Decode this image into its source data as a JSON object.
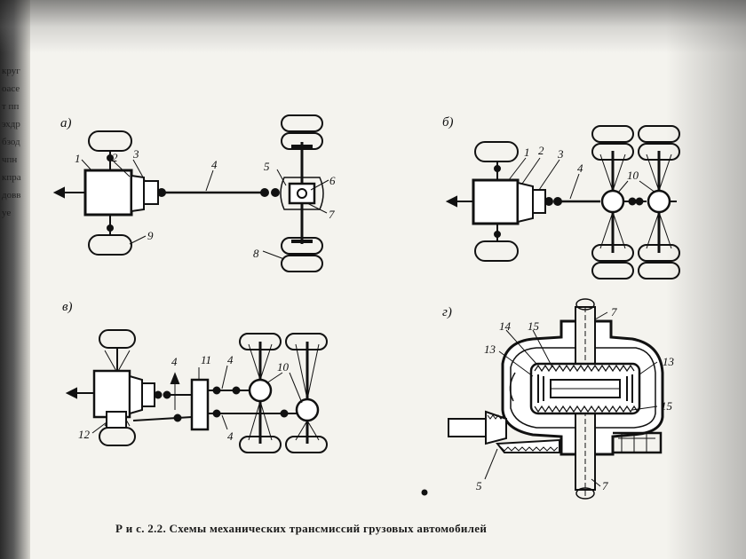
{
  "spine_text": "кругоасе т ппэхдрбзодчпнкпрадоввуе",
  "panels": {
    "a": {
      "label": "а)",
      "parts": [
        "1",
        "2",
        "3",
        "4",
        "5",
        "6",
        "7",
        "8",
        "9"
      ]
    },
    "b": {
      "label": "б)",
      "parts": [
        "1",
        "2",
        "3",
        "4",
        "10"
      ]
    },
    "v": {
      "label": "в)",
      "parts": [
        "4",
        "11",
        "4",
        "10",
        "4",
        "12"
      ]
    },
    "g": {
      "label": "г)",
      "parts": [
        "7",
        "14",
        "15",
        "13",
        "13",
        "15",
        "5",
        "7"
      ]
    }
  },
  "caption": "Р и с. 2.2. Схемы механических трансмиссий грузовых автомобилей"
}
